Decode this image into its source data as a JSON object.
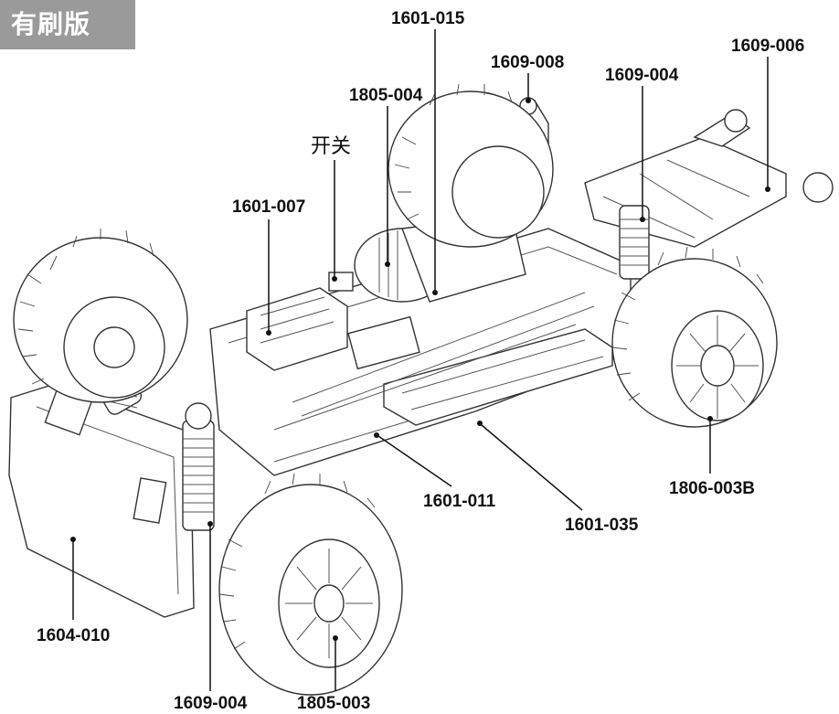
{
  "badge": {
    "label": "有刷版"
  },
  "switch_label": "开关",
  "callouts": [
    {
      "id": "c1",
      "label": "1601-015"
    },
    {
      "id": "c2",
      "label": "1609-008"
    },
    {
      "id": "c3",
      "label": "1609-006"
    },
    {
      "id": "c4",
      "label": "1805-004"
    },
    {
      "id": "c5",
      "label": "1609-004"
    },
    {
      "id": "c6",
      "label": "1601-007"
    },
    {
      "id": "c7",
      "label": "1601-011"
    },
    {
      "id": "c8",
      "label": "1601-035"
    },
    {
      "id": "c9",
      "label": "1806-003B"
    },
    {
      "id": "c10",
      "label": "1604-010"
    },
    {
      "id": "c11",
      "label": "1609-004"
    },
    {
      "id": "c12",
      "label": "1805-003"
    }
  ]
}
